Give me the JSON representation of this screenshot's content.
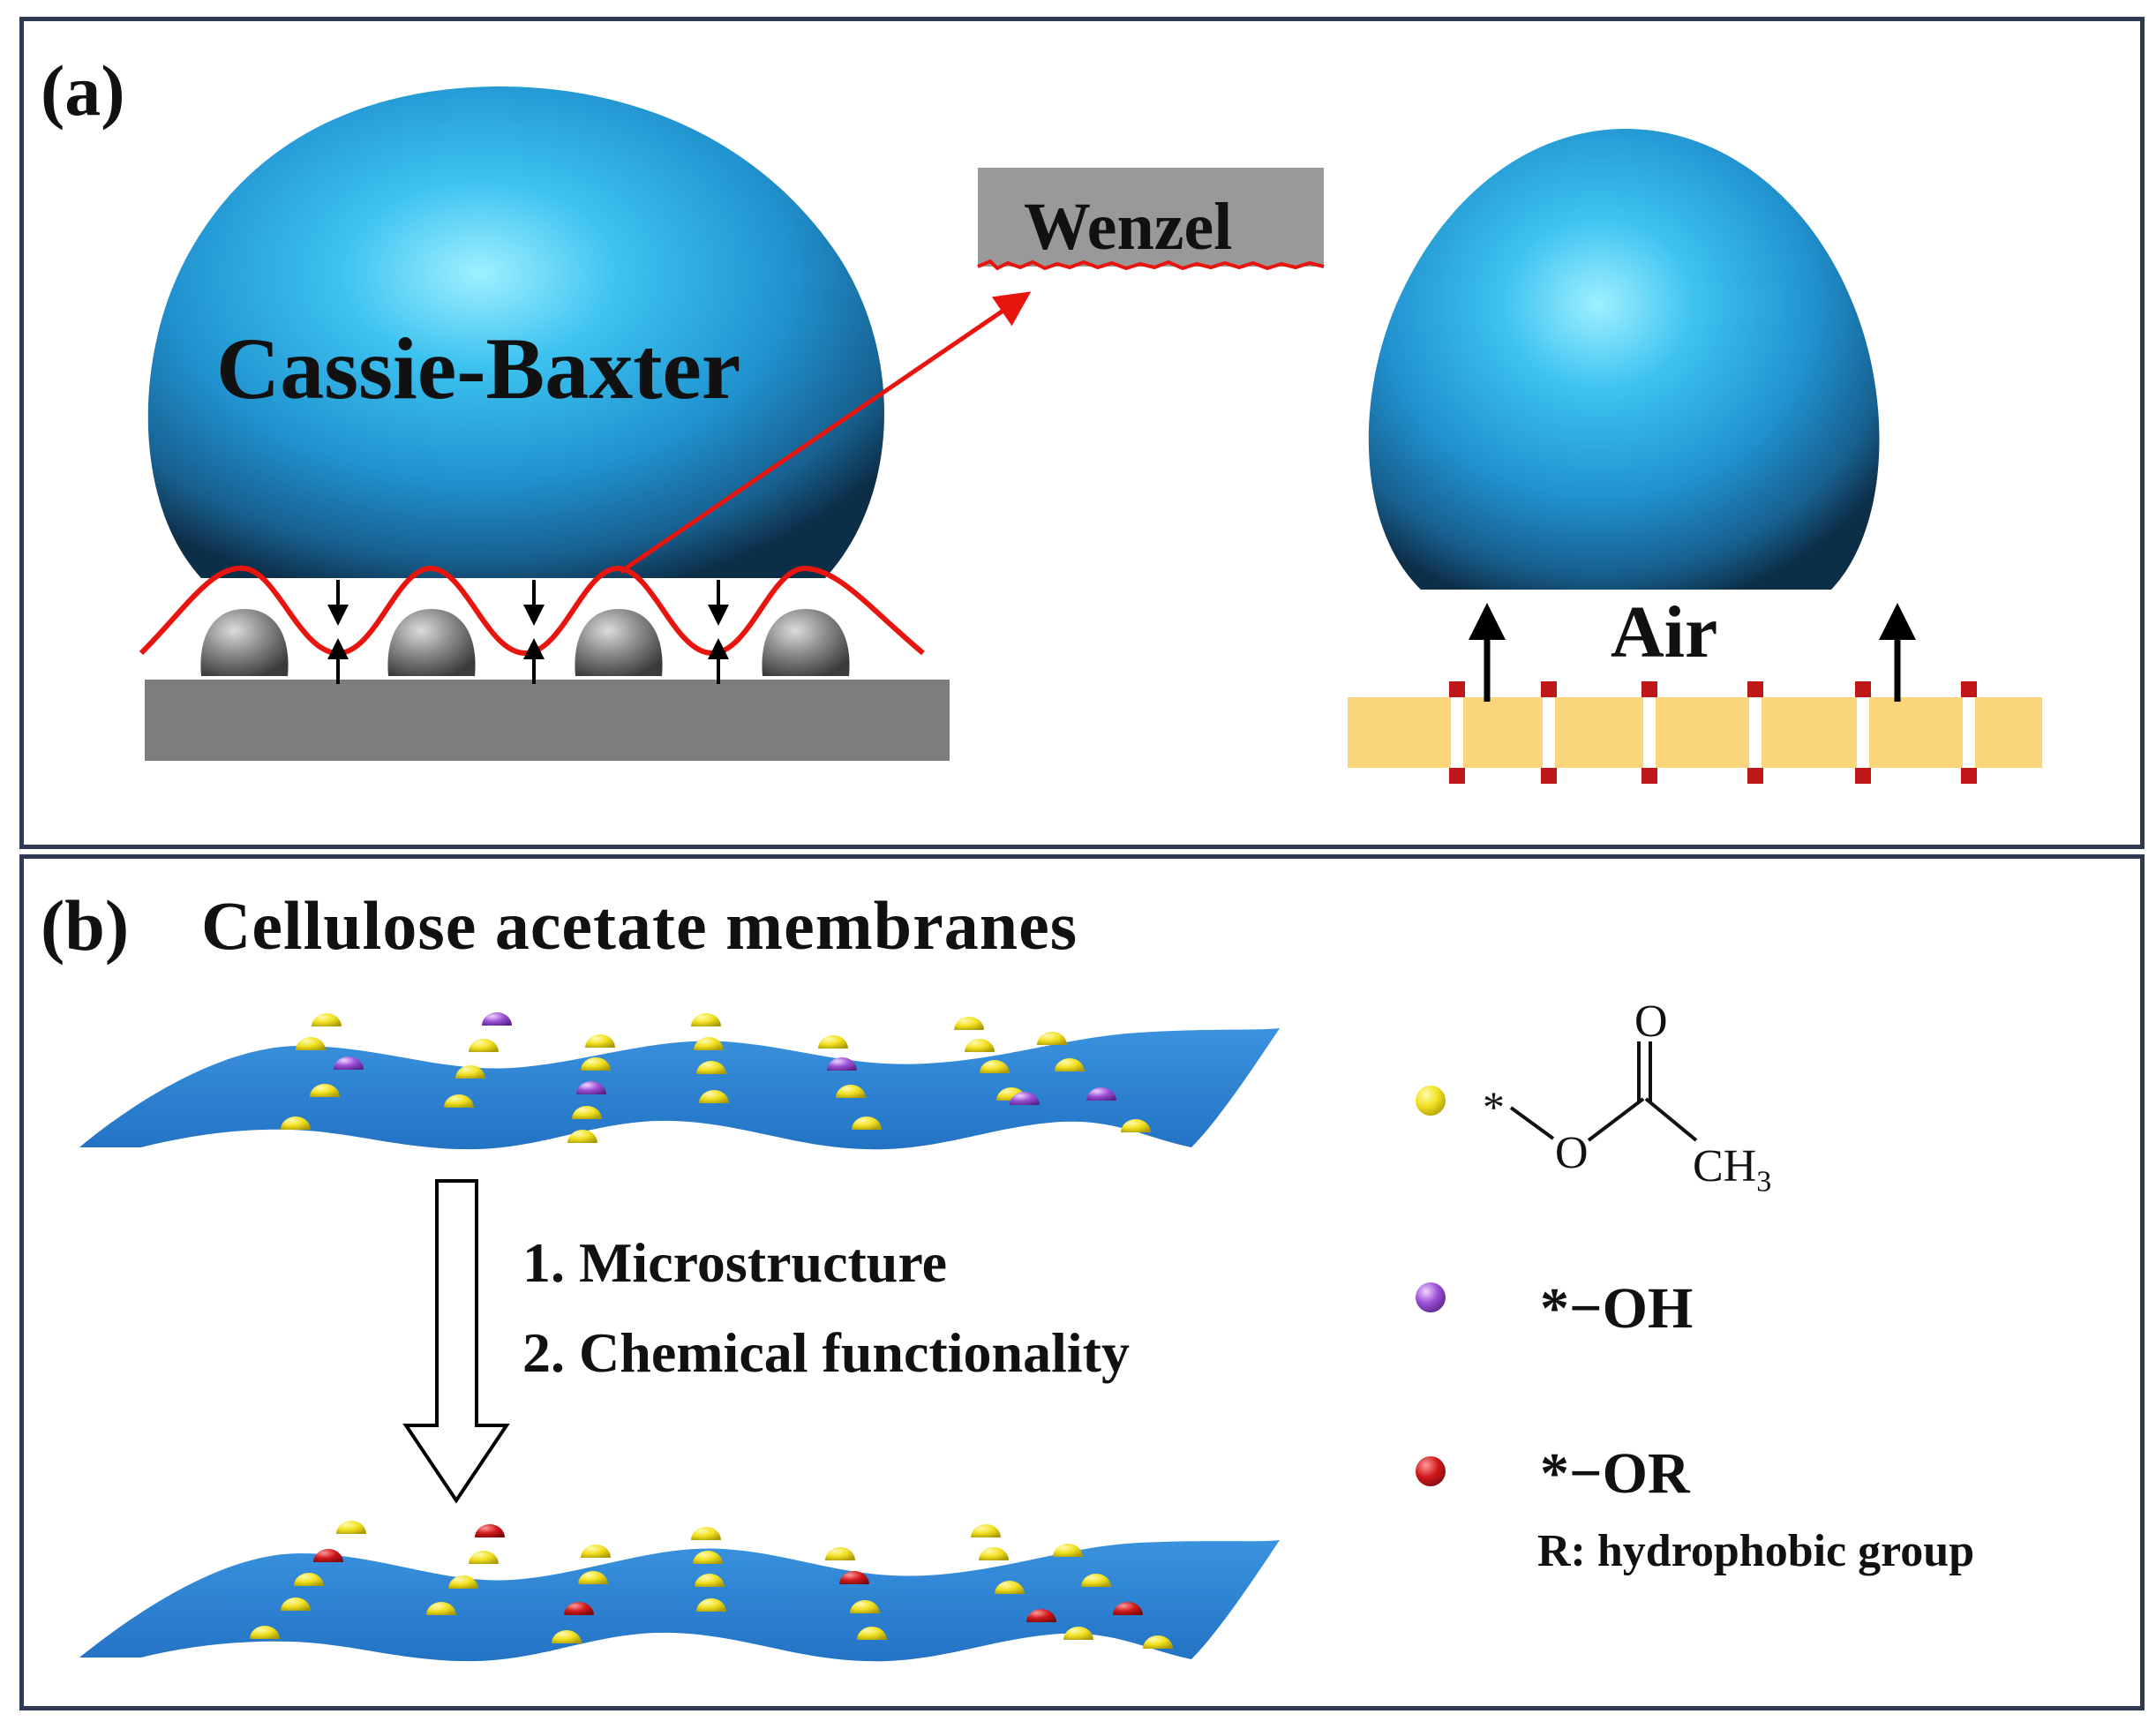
{
  "panel_a": {
    "label": "(a)",
    "cassie_label": "Cassie-Baxter",
    "wenzel_label": "Wenzel",
    "air_label": "Air"
  },
  "panel_b": {
    "label": "(b)",
    "title": "Cellulose acetate membranes",
    "step_1": "1. Microstructure",
    "step_2": "2. Chemical functionality",
    "legend": {
      "acetate": {
        "color": "#f0e11c",
        "star": "*",
        "carbonyl_o": "O",
        "ester_o": "O",
        "methyl": "CH",
        "methyl_sub": "3"
      },
      "hydroxyl": {
        "color": "#9b4fd6",
        "text": "*−OH"
      },
      "hydrophobic": {
        "color": "#d0191c",
        "text": "*−OR",
        "note": "R: hydrophobic group"
      }
    }
  },
  "colors": {
    "droplet": "#2fa7df",
    "substrate": "#7d7d7d",
    "membrane_stripe": "#fbd57a",
    "pore_mark": "#c01818",
    "contact_line": "#e8150f",
    "membrane_sheet": "#2f86d6",
    "border": "#2f3a52"
  }
}
